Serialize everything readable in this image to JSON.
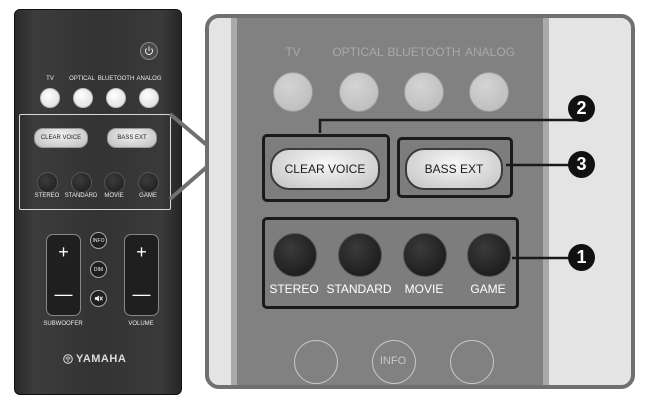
{
  "remote": {
    "source_labels": [
      "TV",
      "OPTICAL",
      "BLUETOOTH",
      "ANALOG"
    ],
    "clear_voice": "CLEAR VOICE",
    "bass_ext": "BASS EXT",
    "mode_labels": [
      "STEREO",
      "STANDARD",
      "MOVIE",
      "GAME"
    ],
    "info": "INFO",
    "dim": "DIM",
    "plus": "+",
    "minus": "—",
    "subwoofer": "SUBWOOFER",
    "volume": "VOLUME",
    "brand": "YAMAHA"
  },
  "zoom": {
    "source_labels": [
      "TV",
      "OPTICAL",
      "BLUETOOTH",
      "ANALOG"
    ],
    "clear_voice": "CLEAR VOICE",
    "bass_ext": "BASS EXT",
    "mode_labels": [
      "STEREO",
      "STANDARD",
      "MOVIE",
      "GAME"
    ],
    "info": "INFO"
  },
  "callouts": [
    "1",
    "2",
    "3"
  ]
}
